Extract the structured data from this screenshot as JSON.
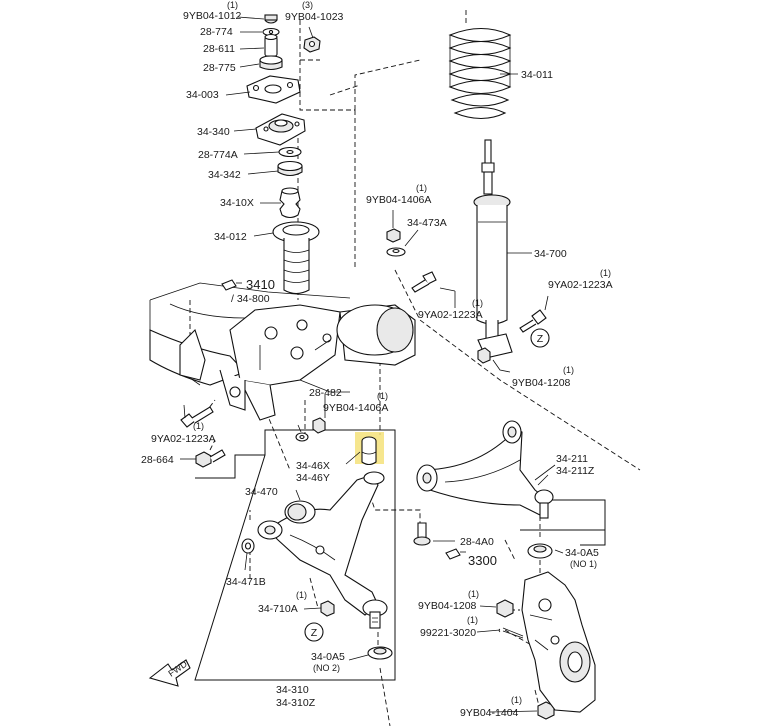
{
  "labels": {
    "p_9YB04_1012_qty": "(1)",
    "p_9YB04_1012": "9YB04-1012",
    "p_9YB04_1023_qty": "(3)",
    "p_9YB04_1023": "9YB04-1023",
    "p_28_774": "28-774",
    "p_28_611": "28-611",
    "p_28_775": "28-775",
    "p_34_003": "34-003",
    "p_34_340": "34-340",
    "p_28_774A": "28-774A",
    "p_34_342": "34-342",
    "p_34_10X": "34-10X",
    "p_34_012": "34-012",
    "p_3410": "3410",
    "p_34_800": "/ 34-800",
    "p_34_011": "34-011",
    "p_9YB04_1406A_top_qty": "(1)",
    "p_9YB04_1406A_top": "9YB04-1406A",
    "p_34_473A": "34-473A",
    "p_34_700": "34-700",
    "p_9YA02_1223A_r_qty": "(1)",
    "p_9YA02_1223A_r": "9YA02-1223A",
    "p_9YA02_1223A_m_qty": "(1)",
    "p_9YA02_1223A_m": "9YA02-1223A",
    "p_9YB04_1208_r_qty": "(1)",
    "p_9YB04_1208_r": "9YB04-1208",
    "z_right": "Z",
    "p_28_482": "28-482",
    "p_9YB04_1406A_low_qty": "(1)",
    "p_9YB04_1406A_low": "9YB04-1406A",
    "p_9YA02_1223A_l_qty": "(1)",
    "p_9YA02_1223A_l": "9YA02-1223A",
    "p_28_664": "28-664",
    "p_34_46X": "34-46X",
    "p_34_46Y": "34-46Y",
    "p_34_470": "34-470",
    "p_34_471B": "34-471B",
    "p_34_710A_qty": "(1)",
    "p_34_710A": "34-710A",
    "z_left": "Z",
    "p_34_0A5_no2": "34-0A5",
    "no2": "(NO 2)",
    "p_34_310": "34-310",
    "p_34_310Z": "34-310Z",
    "p_28_4A0": "28-4A0",
    "p_3300": "3300",
    "p_34_211": "34-211",
    "p_34_211Z": "34-211Z",
    "p_34_0A5_no1": "34-0A5",
    "no1": "(NO 1)",
    "p_9YB04_1208_b_qty": "(1)",
    "p_9YB04_1208_b": "9YB04-1208",
    "p_99221_3020_qty": "(1)",
    "p_99221_3020": "99221-3020",
    "p_9YB04_1404_qty": "(1)",
    "p_9YB04_1404": "9YB04-1404",
    "fwd": "FWD"
  },
  "highlight_color": "#f5e27a"
}
